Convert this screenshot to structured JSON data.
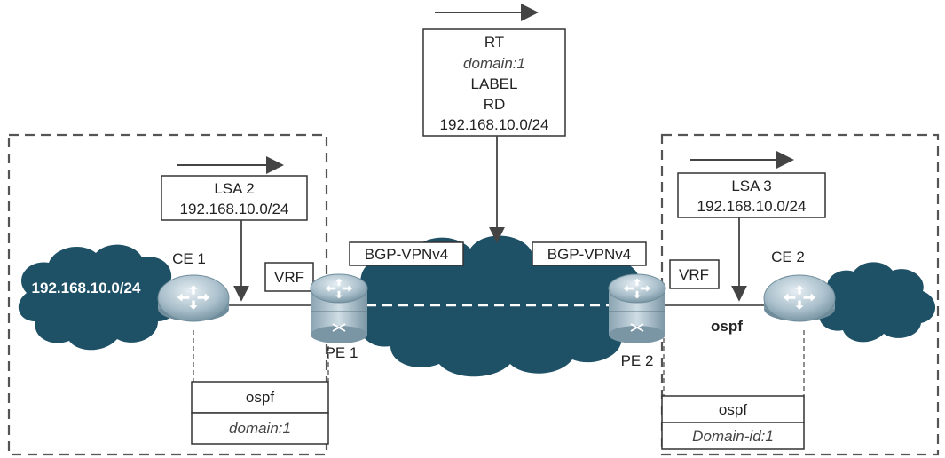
{
  "top_box": {
    "line1": "RT",
    "line2": "domain:1",
    "line3": "LABEL",
    "line4": "RD",
    "line5": "192.168.10.0/24"
  },
  "left_site": {
    "cloud_label": "192.168.10.0/24",
    "ce_label": "CE 1",
    "lsa_title": "LSA 2",
    "lsa_prefix": "192.168.10.0/24",
    "vrf_label": "VRF",
    "process_label": "ospf",
    "domain_label": "domain:1"
  },
  "right_site": {
    "ce_label": "CE 2",
    "lsa_title": "LSA 3",
    "lsa_prefix": "192.168.10.0/24",
    "vrf_label": "VRF",
    "ospf_link_label": "ospf",
    "process_label": "ospf",
    "domain_label": "Domain-id:1"
  },
  "core": {
    "pe1_label": "PE 1",
    "pe2_label": "PE 2",
    "bgp_left": "BGP-VPNv4",
    "bgp_right": "BGP-VPNv4"
  },
  "colors": {
    "cloud": "#1e5066",
    "router_light": "#c9d8e0",
    "router_dark": "#7d99a8"
  }
}
